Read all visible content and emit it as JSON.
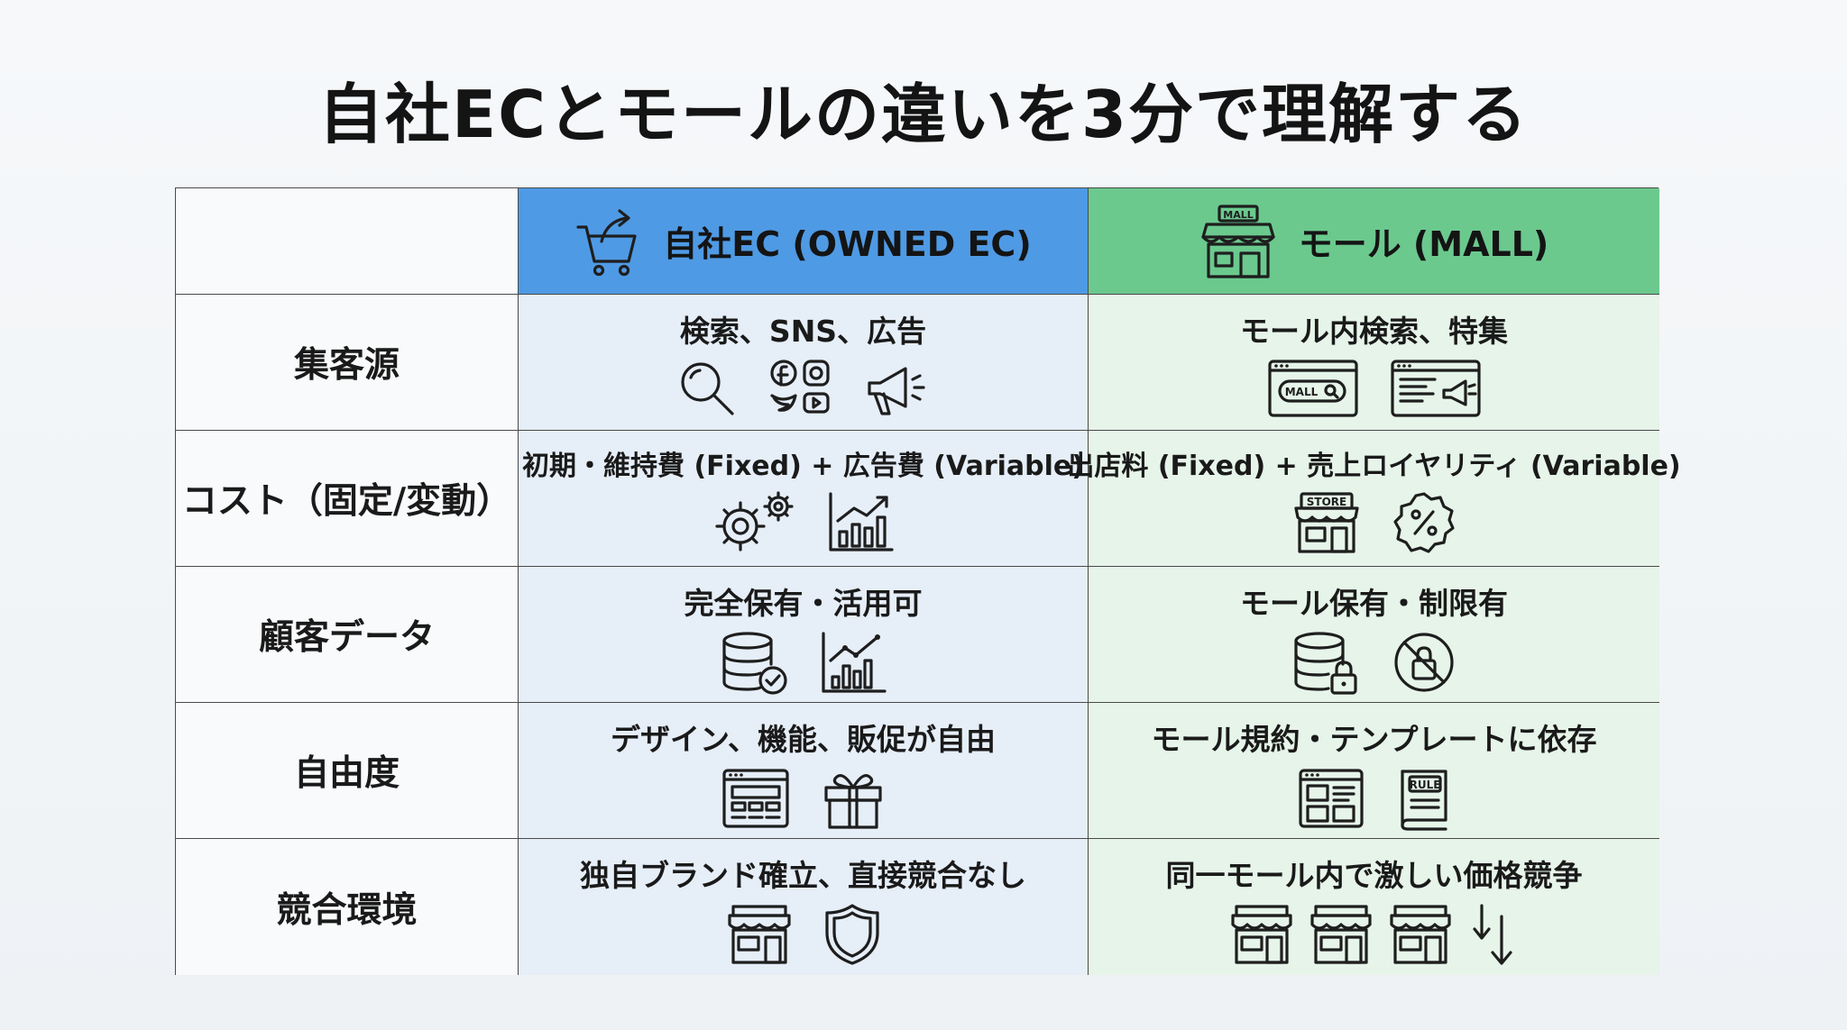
{
  "title": "自社ECとモールの違いを3分で理解する",
  "columns": {
    "owned": {
      "label": "自社EC (OWNED EC)",
      "icon": "cart-arrow-icon",
      "color": "#4f9ae4"
    },
    "mall": {
      "label": "モール (MALL)",
      "icon": "mall-storefront-icon",
      "color": "#6bc98e",
      "sign_text": "MALL"
    }
  },
  "rows": [
    {
      "label": "集客源",
      "owned": "検索、SNS、広告",
      "mall": "モール内検索、特集",
      "mall_icon_text": "MALL"
    },
    {
      "label": "コスト（固定/変動）",
      "owned": "初期・維持費 (Fixed) + 広告費 (Variable)",
      "mall": "出店料 (Fixed) + 売上ロイヤリティ (Variable)",
      "mall_icon_text": "STORE"
    },
    {
      "label": "顧客データ",
      "owned": "完全保有・活用可",
      "mall": "モール保有・制限有"
    },
    {
      "label": "自由度",
      "owned": "デザイン、機能、販促が自由",
      "mall": "モール規約・テンプレートに依存",
      "mall_icon_text": "RULE"
    },
    {
      "label": "競合環境",
      "owned": "独自ブランド確立、直接競合なし",
      "mall": "同一モール内で激しい価格競争"
    }
  ]
}
